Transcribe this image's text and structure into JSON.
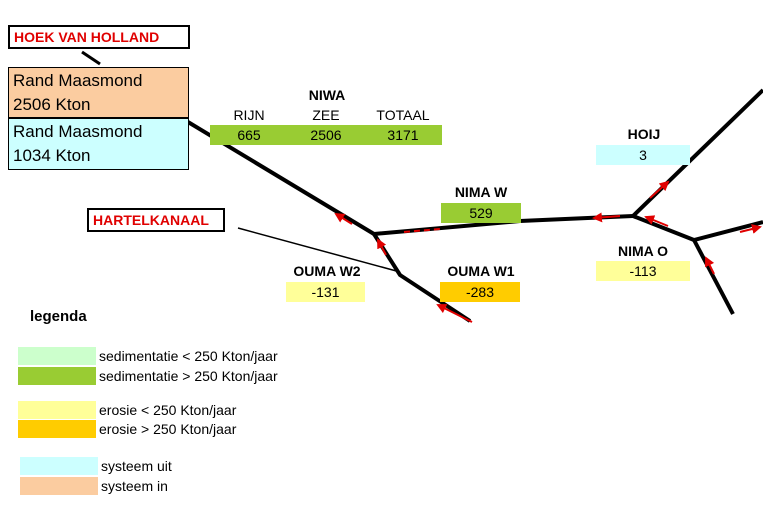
{
  "colors": {
    "sed_low": "#ccffcc",
    "sed_high": "#99cc33",
    "ero_low": "#ffff99",
    "ero_high": "#ffcc00",
    "sys_out": "#ccffff",
    "sys_in": "#fbcca0",
    "label_red": "#e00000",
    "arrow_red": "#e00000"
  },
  "places": {
    "hoek": "HOEK VAN HOLLAND",
    "hartel": "HARTELKANAAL"
  },
  "system": {
    "in_line1": "Rand Maasmond",
    "in_line2": "2506 Kton",
    "out_line1": "Rand Maasmond",
    "out_line2": "1034 Kton"
  },
  "niwa": {
    "title": "NIWA",
    "columns": [
      "RIJN",
      "ZEE",
      "TOTAAL"
    ],
    "values": [
      "665",
      "2506",
      "3171"
    ]
  },
  "hoij": {
    "title": "HOIJ",
    "value": "3"
  },
  "nima_w": {
    "title": "NIMA W",
    "value": "529"
  },
  "nima_o": {
    "title": "NIMA O",
    "value": "-113"
  },
  "ouma_w2": {
    "title": "OUMA W2",
    "value": "-131"
  },
  "ouma_w1": {
    "title": "OUMA W1",
    "value": "-283"
  },
  "legend": {
    "title": "legenda",
    "items": [
      {
        "label": "sedimentatie < 250 Kton/jaar"
      },
      {
        "label": "sedimentatie > 250 Kton/jaar"
      },
      {
        "label": "erosie < 250 Kton/jaar"
      },
      {
        "label": "erosie > 250 Kton/jaar"
      },
      {
        "label": "systeem uit"
      },
      {
        "label": "systeem in"
      }
    ]
  }
}
